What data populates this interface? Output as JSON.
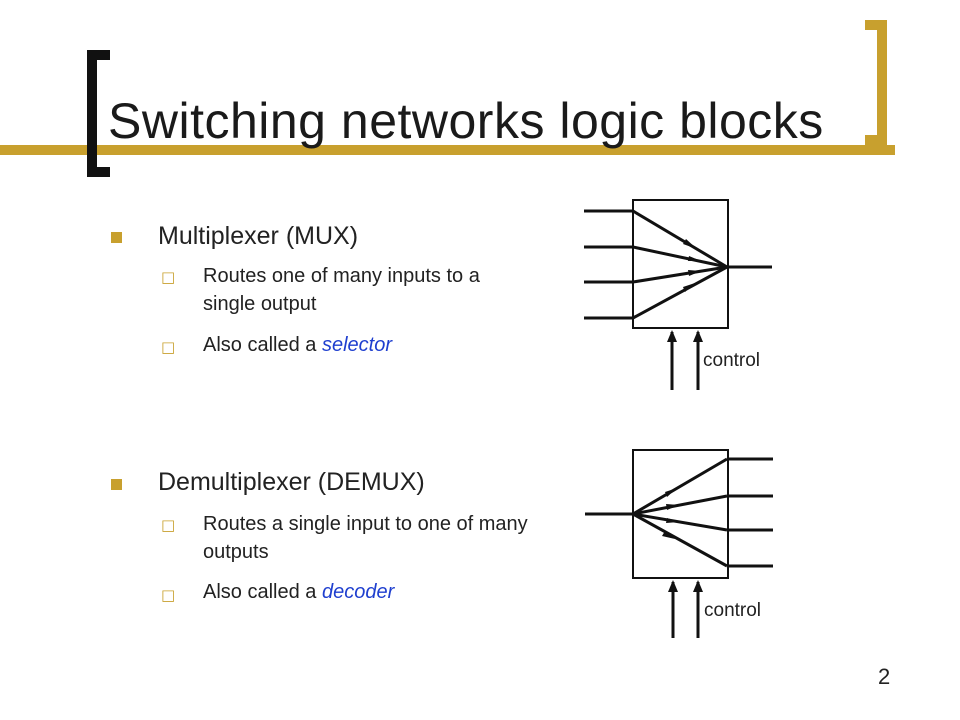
{
  "slide": {
    "title": "Switching networks logic blocks",
    "page_number": "2",
    "accent_color": "#c8a02e",
    "highlight_color": "#1f3fcf"
  },
  "mux": {
    "heading": "Multiplexer (MUX)",
    "points": [
      {
        "text": "Routes one of many inputs to a single output"
      },
      {
        "prefix": "Also called a ",
        "highlight": "selector"
      }
    ],
    "diagram_label": "control"
  },
  "demux": {
    "heading": "Demultiplexer (DEMUX)",
    "points": [
      {
        "text": "Routes a single input to one of many outputs"
      },
      {
        "prefix": "Also called a ",
        "highlight": "decoder"
      }
    ],
    "diagram_label": "control"
  }
}
